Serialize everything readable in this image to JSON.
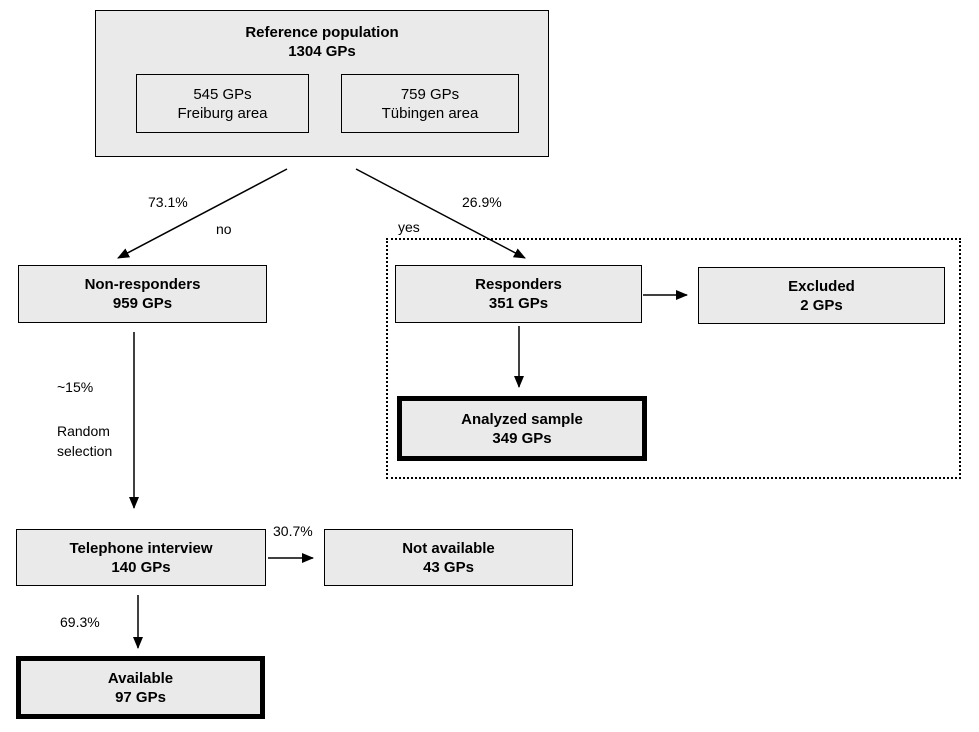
{
  "reference": {
    "title": "Reference population",
    "count": "1304 GPs"
  },
  "freiburg": {
    "count": "545 GPs",
    "area": "Freiburg area"
  },
  "tubingen": {
    "count": "759 GPs",
    "area": "Tübingen area"
  },
  "nonresponders": {
    "title": "Non-responders",
    "count": "959 GPs"
  },
  "responders": {
    "title": "Responders",
    "count": "351 GPs"
  },
  "excluded": {
    "title": "Excluded",
    "count": "2 GPs"
  },
  "analyzed": {
    "title": "Analyzed sample",
    "count": "349 GPs"
  },
  "telephone": {
    "title": "Telephone interview",
    "count": "140 GPs"
  },
  "notavailable": {
    "title": "Not available",
    "count": "43 GPs"
  },
  "available": {
    "title": "Available",
    "count": "97 GPs"
  },
  "labels": {
    "pct_no": "73.1%",
    "no": "no",
    "pct_yes": "26.9%",
    "yes": "yes",
    "pct_15": "~15%",
    "random_1": "Random",
    "random_2": "selection",
    "pct_307": "30.7%",
    "pct_693": "69.3%"
  }
}
